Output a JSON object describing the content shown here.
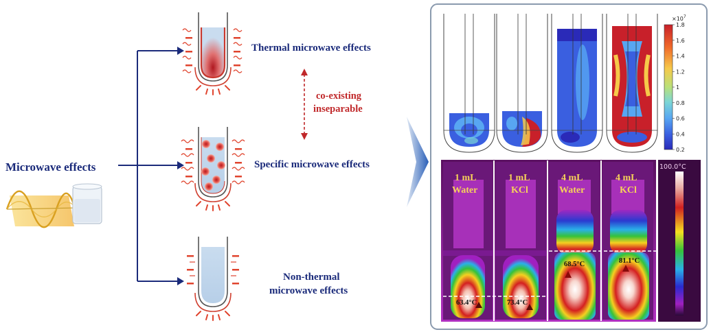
{
  "main_label": "Microwave effects",
  "effects": [
    {
      "label": "Thermal microwave effects"
    },
    {
      "label": "Specific microwave effects"
    },
    {
      "label_line1": "Non-thermal",
      "label_line2": "microwave effects"
    }
  ],
  "relation": {
    "line1": "co-existing",
    "line2": "inseparable"
  },
  "simulation": {
    "colorbar_exponent": "×10",
    "colorbar_exponent_power": "7",
    "colorbar_ticks": [
      "1.8",
      "1.6",
      "1.4",
      "1.2",
      "1",
      "0.8",
      "0.6",
      "0.4",
      "0.2"
    ],
    "colorbar_colors": [
      "#c8202a",
      "#f06a2a",
      "#f6c94a",
      "#b9e07a",
      "#7cd6d6",
      "#58a6f2",
      "#3a5fe0",
      "#2a2ab8"
    ]
  },
  "thermal": {
    "scale_max": "100.0°C",
    "tubes": [
      {
        "line1": "1 mL",
        "line2": "Water",
        "temp": "63.4°C"
      },
      {
        "line1": "1 mL",
        "line2": "KCl",
        "temp": "73.4°C"
      },
      {
        "line1": "4 mL",
        "line2": "Water",
        "temp": "68.5°C"
      },
      {
        "line1": "4 mL",
        "line2": "KCl",
        "temp": "81.1°C"
      }
    ]
  },
  "colors": {
    "navy": "#1a2a7a",
    "red": "#c0282a",
    "arrow": "#2a5fb8",
    "panel_border": "#8a9aae"
  }
}
